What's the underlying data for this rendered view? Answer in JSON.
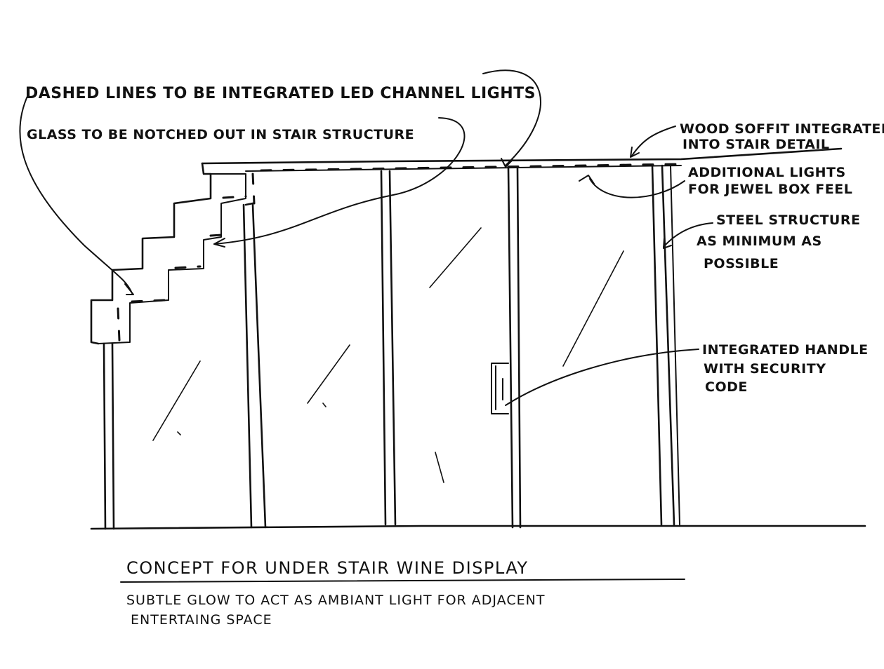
{
  "notes": {
    "led": "DASHED LINES TO BE INTEGRATED LED CHANNEL LIGHTS",
    "glass": "GLASS TO BE NOTCHED OUT IN STAIR STRUCTURE",
    "soffit_1": "WOOD SOFFIT INTEGRATED",
    "soffit_2": "INTO STAIR DETAIL",
    "lights_1": "ADDITIONAL LIGHTS",
    "lights_2": "FOR JEWEL BOX FEEL",
    "steel_1": "STEEL STRUCTURE",
    "steel_2": "AS MINIMUM AS",
    "steel_3": "POSSIBLE",
    "handle_1": "INTEGRATED HANDLE",
    "handle_2": "WITH SECURITY",
    "handle_3": "CODE"
  },
  "title": "CONCEPT FOR UNDER STAIR WINE DISPLAY",
  "subtitle_1": "SUBTLE GLOW TO ACT AS AMBIANT LIGHT FOR ADJACENT",
  "subtitle_2": "ENTERTAING SPACE"
}
